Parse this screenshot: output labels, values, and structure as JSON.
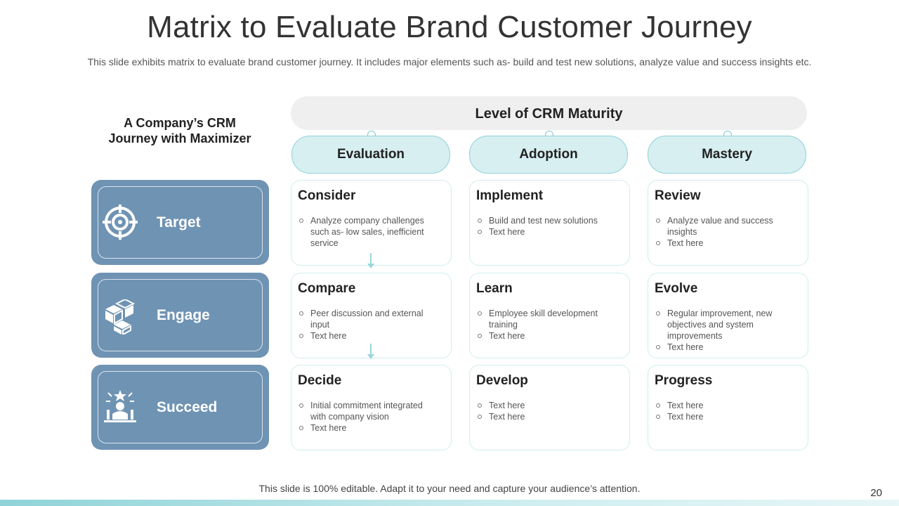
{
  "slide": {
    "title": "Matrix to Evaluate Brand Customer Journey",
    "subtitle": "This slide exhibits matrix to evaluate brand customer journey. It includes major elements such as- build and test new solutions, analyze value and success insights etc.",
    "footer_note": "This slide is 100% editable. Adapt it to your need and capture your audience’s attention.",
    "page_number": "20"
  },
  "left_heading": "A Company’s CRM Journey with Maximizer",
  "maturity_label": "Level of CRM Maturity",
  "stages": [
    "Evaluation",
    "Adoption",
    "Mastery"
  ],
  "rows": [
    {
      "label": "Target",
      "icon": "target-icon"
    },
    {
      "label": "Engage",
      "icon": "cubes-icon"
    },
    {
      "label": "Succeed",
      "icon": "winner-icon"
    }
  ],
  "cells": [
    [
      {
        "title": "Consider",
        "bullets": [
          "Analyze company challenges such as- low sales, inefficient service"
        ]
      },
      {
        "title": "Implement",
        "bullets": [
          "Build and test new solutions",
          "Text here"
        ]
      },
      {
        "title": "Review",
        "bullets": [
          "Analyze value and success insights",
          "Text here"
        ]
      }
    ],
    [
      {
        "title": "Compare",
        "bullets": [
          "Peer discussion and external input",
          "Text here"
        ]
      },
      {
        "title": "Learn",
        "bullets": [
          "Employee skill development training",
          "Text here"
        ]
      },
      {
        "title": "Evolve",
        "bullets": [
          "Regular improvement, new objectives and system improvements",
          "Text here"
        ]
      }
    ],
    [
      {
        "title": "Decide",
        "bullets": [
          "Initial commitment integrated with company vision",
          "Text here"
        ]
      },
      {
        "title": "Develop",
        "bullets": [
          "Text here",
          "Text here"
        ]
      },
      {
        "title": "Progress",
        "bullets": [
          "Text here",
          "Text here"
        ]
      }
    ]
  ],
  "colors": {
    "row_card": "#6f93b3",
    "stage_fill": "#d7eff1",
    "stage_border": "#8fd2d8",
    "cell_border": "#d3ecee"
  }
}
